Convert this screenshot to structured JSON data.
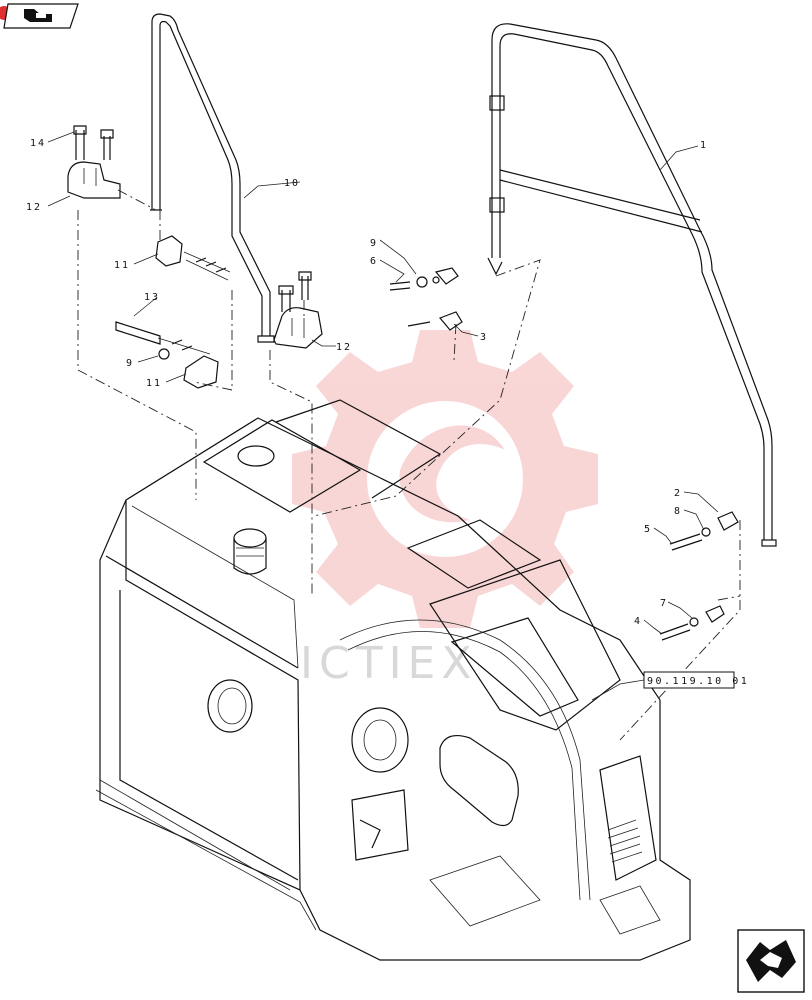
{
  "callouts": {
    "c1": "1",
    "c2": "2",
    "c3": "3",
    "c4": "4",
    "c5": "5",
    "c6": "6",
    "c7": "7",
    "c8": "8",
    "c9a": "9",
    "c9b": "9",
    "c10": "10",
    "c11a": "11",
    "c11b": "11",
    "c12a": "12",
    "c12b": "12",
    "c13": "13",
    "c14": "14"
  },
  "reference_box": "90.119.10 01",
  "watermark": {
    "text": "ICTIEX",
    "color": "#e84b4b"
  },
  "icons": {
    "top_left": "back-arrow-icon",
    "bottom_right": "next-arrow-icon",
    "corner_badge": "red-dot-badge-icon"
  },
  "colors": {
    "line": "#111111",
    "watermark_gear": "#e84b4b",
    "badge": "#e03030"
  }
}
